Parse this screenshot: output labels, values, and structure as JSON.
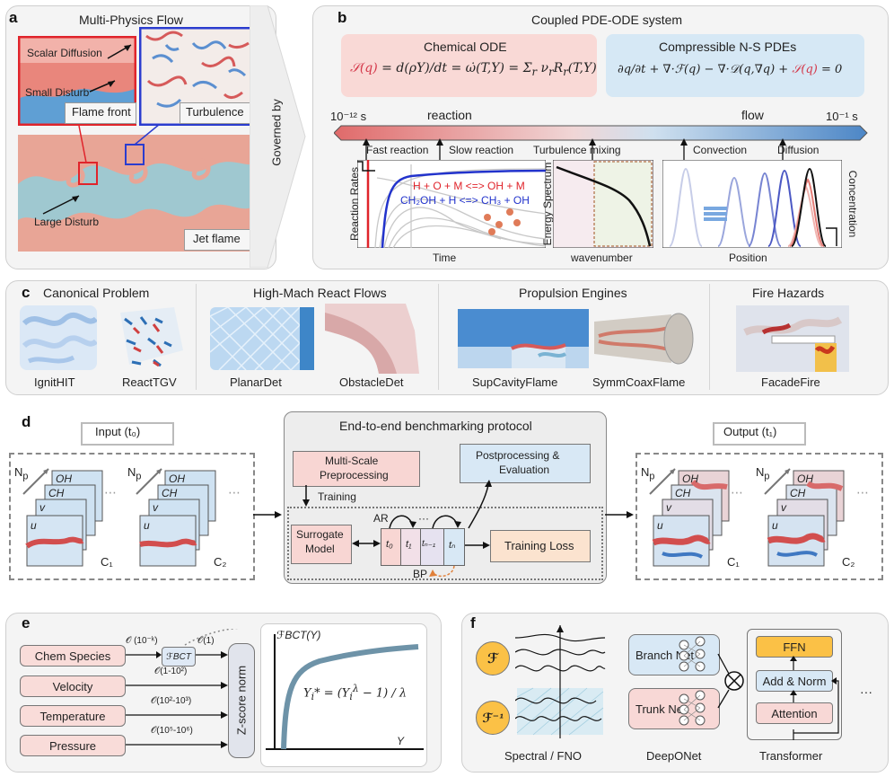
{
  "a": {
    "label": "a",
    "title": "Multi-Physics Flow",
    "scalar_diffusion": "Scalar Diffusion",
    "small_disturb": "Small Disturb",
    "flame_front": "Flame front",
    "turbulence": "Turbulence",
    "large_disturb": "Large Disturb",
    "jet_flame": "Jet flame",
    "governed_by": "Governed by"
  },
  "b": {
    "label": "b",
    "title": "Coupled PDE-ODE system",
    "chem_title": "Chemical ODE",
    "ns_title": "Compressible N-S PDEs",
    "time_min": "10⁻¹² s",
    "time_max": "10⁻¹ s",
    "reaction": "reaction",
    "flow": "flow",
    "fast_reaction": "Fast reaction",
    "slow_reaction": "Slow reaction",
    "turbulence_mixing": "Turbulence mixing",
    "convection": "Convection",
    "diffusion": "Diffusion",
    "reaction_rates": "Reaction Rates",
    "time": "Time",
    "eq1": "H + O + M <=> OH + M",
    "eq2": "CH₂OH + H <=> CH₃ + OH",
    "energy_spectrum": "Energy Spectrum",
    "wavenumber": "wavenumber",
    "concentration": "Concentration",
    "position": "Position"
  },
  "c": {
    "label": "c",
    "groups": [
      "Canonical Problem",
      "High-Mach React Flows",
      "Propulsion Engines",
      "Fire Hazards"
    ],
    "items": [
      "IgnitHIT",
      "ReactTGV",
      "PlanarDet",
      "ObstacleDet",
      "SupCavityFlame",
      "SymmCoaxFlame",
      "FacadeFire"
    ]
  },
  "d": {
    "label": "d",
    "input": "Input (t₀)",
    "output": "Output (t₁)",
    "protocol": "End-to-end benchmarking protocol",
    "preproc1": "Multi-Scale",
    "preproc2": "Preprocessing",
    "postproc1": "Postprocessing &",
    "postproc2": "Evaluation",
    "training": "Training",
    "surrogate1": "Surrogate",
    "surrogate2": "Model",
    "ar": "AR",
    "dots": "···",
    "bp": "BP",
    "training_loss": "Training Loss",
    "steps": [
      "t₀",
      "t₁",
      "tₙ₋₁",
      "tₙ"
    ],
    "np": "N",
    "np_sub": "p",
    "layers": [
      "OH",
      "CH",
      "v",
      "u"
    ],
    "c1": "C₁",
    "c2": "C₂"
  },
  "e": {
    "label": "e",
    "vars": [
      "Chem Species",
      "Velocity",
      "Temperature",
      "Pressure"
    ],
    "orders": [
      "𝒪 (10⁻ᵏ)",
      "𝒪(1-10²)",
      "𝒪(10²-10³)",
      "𝒪(10⁵-10⁶)"
    ],
    "bct": "ℱBCT",
    "o1": "𝒪(1)",
    "znorm": "Z-score norm",
    "ylabel": "ℱBCT(Y)",
    "xlabel": "Y"
  },
  "f": {
    "label": "f",
    "fno": "Spectral / FNO",
    "f_sym": "ℱ",
    "finv_sym": "ℱ⁻¹",
    "branch": "Branch Net",
    "trunk": "Trunk Net",
    "deeponet": "DeepONet",
    "ffn": "FFN",
    "addnorm": "Add & Norm",
    "attention": "Attention",
    "transformer": "Transformer",
    "dots": "···"
  }
}
